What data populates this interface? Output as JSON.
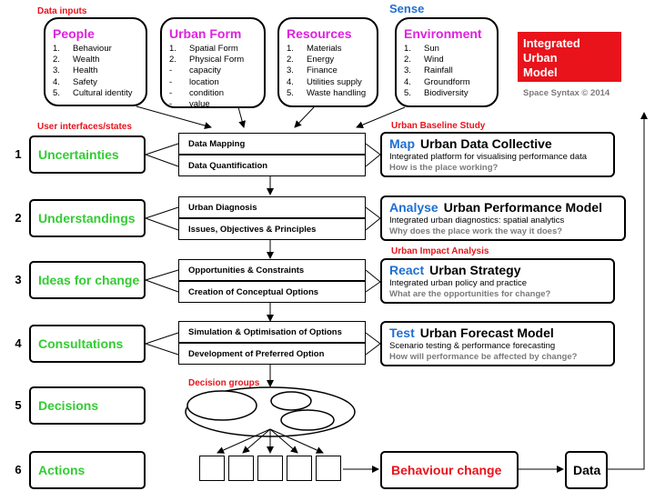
{
  "headings": {
    "data_inputs": "Data inputs",
    "sense": "Sense",
    "user_interfaces": "User interfaces/states",
    "baseline_study": "Urban Baseline Study",
    "impact_analysis": "Urban Impact Analysis",
    "decision_groups": "Decision groups"
  },
  "brand": {
    "line1": "Integrated",
    "line2": "Urban",
    "line3": "Model",
    "copyright": "Space Syntax © 2014",
    "color": "#e8131b"
  },
  "inputs": [
    {
      "title": "People",
      "items": [
        {
          "num": "1.",
          "text": "Behaviour"
        },
        {
          "num": "2.",
          "text": "Wealth"
        },
        {
          "num": "3.",
          "text": "Health"
        },
        {
          "num": "4.",
          "text": "Safety"
        },
        {
          "num": "5.",
          "text": "Cultural identity"
        }
      ]
    },
    {
      "title": "Urban Form",
      "items": [
        {
          "num": "1.",
          "text": "Spatial Form"
        },
        {
          "num": "2.",
          "text": "Physical Form"
        },
        {
          "num": "-",
          "text": "capacity"
        },
        {
          "num": "-",
          "text": "location"
        },
        {
          "num": "-",
          "text": "condition"
        },
        {
          "num": "-",
          "text": "value"
        }
      ]
    },
    {
      "title": "Resources",
      "items": [
        {
          "num": "1.",
          "text": "Materials"
        },
        {
          "num": "2.",
          "text": "Energy"
        },
        {
          "num": "3.",
          "text": "Finance"
        },
        {
          "num": "4.",
          "text": "Utilities supply"
        },
        {
          "num": "5.",
          "text": "Waste handling"
        }
      ]
    },
    {
      "title": "Environment",
      "items": [
        {
          "num": "1.",
          "text": "Sun"
        },
        {
          "num": "2.",
          "text": "Wind"
        },
        {
          "num": "3.",
          "text": "Rainfall"
        },
        {
          "num": "4.",
          "text": "Groundform"
        },
        {
          "num": "5.",
          "text": "Biodiversity"
        }
      ]
    }
  ],
  "stages": [
    {
      "num": "1",
      "label": "Uncertainties"
    },
    {
      "num": "2",
      "label": "Understandings"
    },
    {
      "num": "3",
      "label": "Ideas for change"
    },
    {
      "num": "4",
      "label": "Consultations"
    },
    {
      "num": "5",
      "label": "Decisions"
    },
    {
      "num": "6",
      "label": "Actions"
    }
  ],
  "processes": [
    "Data Mapping",
    "Data Quantification",
    "Urban Diagnosis",
    "Issues, Objectives & Principles",
    "Opportunities & Constraints",
    "Creation of Conceptual Options",
    "Simulation & Optimisation of Options",
    "Development of Preferred Option"
  ],
  "models": [
    {
      "keyword": "Map",
      "title": "Urban Data Collective",
      "desc": "Integrated platform for visualising performance data",
      "question": "How is the place working?"
    },
    {
      "keyword": "Analyse",
      "title": "Urban Performance Model",
      "desc": "Integrated urban diagnostics: spatial analytics",
      "question": "Why does the place work the way it does?"
    },
    {
      "keyword": "React",
      "title": "Urban Strategy",
      "desc": "Integrated urban policy and practice",
      "question": "What are the opportunities for change?"
    },
    {
      "keyword": "Test",
      "title": "Urban Forecast Model",
      "desc": "Scenario testing & performance forecasting",
      "question": "How will performance be affected by change?"
    }
  ],
  "outcomes": {
    "behaviour_change": "Behaviour change",
    "data": "Data"
  },
  "colors": {
    "stage_text": "#33cc33",
    "input_title": "#e021e0",
    "accent_blue": "#1f6fd1",
    "accent_red": "#e8131b"
  }
}
